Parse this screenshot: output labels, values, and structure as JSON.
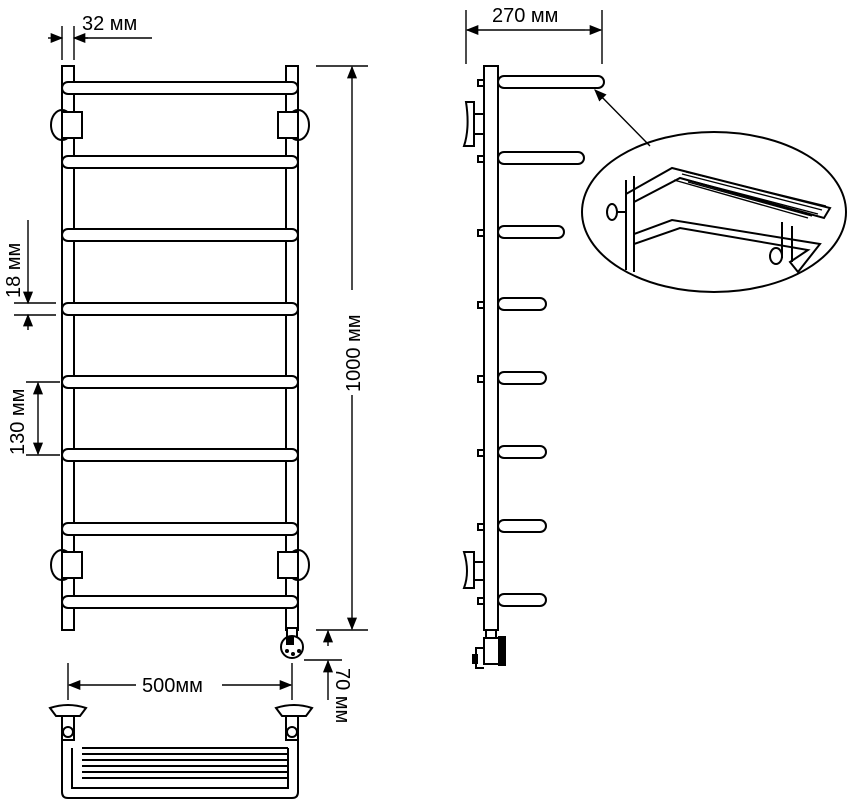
{
  "dimensions": {
    "width_rail": "32 мм",
    "depth": "270 мм",
    "bar_diameter": "18 мм",
    "bar_spacing": "130 мм",
    "height": "1000 мм",
    "width": "500мм",
    "bottom_offset": "70 мм"
  },
  "views": [
    "front-view",
    "side-view",
    "shelf-detail",
    "top-view"
  ],
  "colors": {
    "line": "#000000",
    "background": "#ffffff"
  }
}
